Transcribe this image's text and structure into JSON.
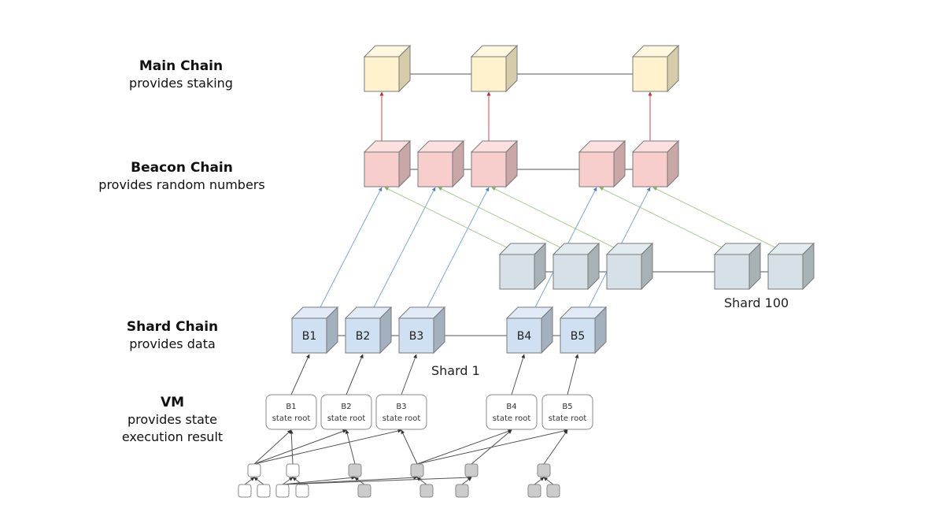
{
  "layers": [
    {
      "id": "main",
      "title": "Main Chain",
      "subtitle": [
        "provides staking"
      ]
    },
    {
      "id": "beacon",
      "title": "Beacon Chain",
      "subtitle": [
        "provides random numbers"
      ]
    },
    {
      "id": "shard",
      "title": "Shard Chain",
      "subtitle": [
        "provides data"
      ]
    },
    {
      "id": "vm",
      "title": "VM",
      "subtitle": [
        "provides state",
        "execution result"
      ]
    }
  ],
  "colors": {
    "main_front": "#fff2cc",
    "main_top": "#fff8e0",
    "main_side": "#d6ccaa",
    "beacon_front": "#f8cecc",
    "beacon_top": "#fbe0df",
    "beacon_side": "#c9a7a6",
    "shard100_front": "#d5e1e6",
    "shard100_top": "#e2ebee",
    "shard100_side": "#a7b2b7",
    "shard1_front": "#cfe0f2",
    "shard1_top": "#e0ebf7",
    "shard1_side": "#a3b0bd",
    "cube_stroke": "#7a7a7a",
    "chain_arrow": "#555555",
    "main_link": "#d04a4a",
    "shard1_link": "#7aa7d8",
    "shard100_link": "#a9cf8f",
    "vm_stroke": "#888888",
    "leaf_white": "#ffffff",
    "leaf_gray": "#cccccc"
  },
  "shard1": {
    "label": "Shard 1",
    "blocks": [
      "B1",
      "B2",
      "B3",
      "B4",
      "B5"
    ]
  },
  "shard100": {
    "label": "Shard 100"
  },
  "vm_boxes": [
    {
      "block": "B1",
      "text": "state root"
    },
    {
      "block": "B2",
      "text": "state root"
    },
    {
      "block": "B3",
      "text": "state root"
    },
    {
      "block": "B4",
      "text": "state root"
    },
    {
      "block": "B5",
      "text": "state root"
    }
  ]
}
